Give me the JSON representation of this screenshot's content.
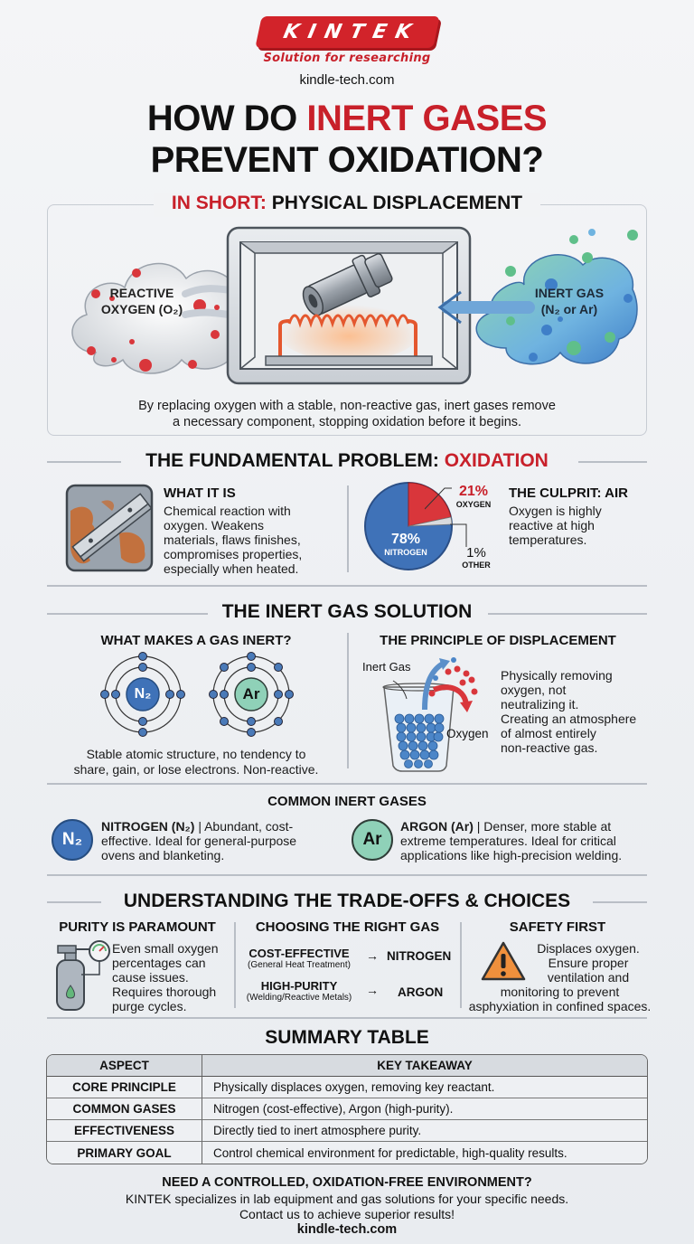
{
  "header": {
    "logo_text": "KINTEK",
    "logo_tagline": "Solution for researching",
    "site": "kindle-tech.com",
    "title_part1": "HOW DO ",
    "title_highlight": "INERT GASES",
    "title_part2": "PREVENT OXIDATION?"
  },
  "colors": {
    "brand_red": "#c8202a",
    "nitrogen_blue": "#3f72b8",
    "argon_green": "#8fd1b8",
    "oxygen_red": "#d9363b",
    "warning_orange": "#f0903c"
  },
  "in_short": {
    "title_highlight": "IN SHORT:",
    "title_rest": " PHYSICAL DISPLACEMENT",
    "left_cloud_line1": "REACTIVE",
    "left_cloud_line2": "OXYGEN (O₂)",
    "right_cloud_line1": "INERT GAS",
    "right_cloud_line2": "(N₂ or Ar)",
    "caption_line1": "By replacing oxygen with a stable, non-reactive gas, inert gases remove",
    "caption_line2": "a necessary component, stopping oxidation before it begins."
  },
  "problem": {
    "title_part1": "THE FUNDAMENTAL PROBLEM: ",
    "title_highlight": "OXIDATION",
    "what_title": "WHAT IT IS",
    "what_lines": [
      "Chemical reaction with",
      "oxygen. Weakens",
      "materials, flaws finishes,",
      "compromises properties,",
      "especially when heated."
    ],
    "culprit_title": "THE CULPRIT: AIR",
    "culprit_lines": [
      "Oxygen is highly",
      "reactive at high",
      "temperatures."
    ]
  },
  "chart_data": {
    "type": "pie",
    "title": "Composition of Air",
    "categories": [
      "Nitrogen",
      "Oxygen",
      "Other"
    ],
    "values": [
      78,
      21,
      1
    ],
    "labels": [
      "78% NITROGEN",
      "21% OXYGEN",
      "1% OTHER"
    ],
    "colors": [
      "#3f72b8",
      "#d9363b",
      "#d8dadd"
    ]
  },
  "pie_labels": {
    "nitrogen_pct": "78%",
    "nitrogen_name": "NITROGEN",
    "oxygen_pct": "21%",
    "oxygen_name": "OXYGEN",
    "other_pct": "1%",
    "other_name": "OTHER"
  },
  "solution": {
    "title": "THE INERT GAS SOLUTION",
    "inert_title": "WHAT MAKES A GAS INERT?",
    "atom1": "N₂",
    "atom2": "Ar",
    "inert_caption_line1": "Stable atomic structure, no tendency to",
    "inert_caption_line2": "share, gain, or lose electrons. Non-reactive.",
    "displacement_title": "THE PRINCIPLE OF DISPLACEMENT",
    "label_inert_gas": "Inert Gas",
    "label_oxygen": "Oxygen",
    "displacement_lines": [
      "Physically removing",
      "oxygen, not",
      "neutralizing it.",
      "Creating an atmosphere",
      "of almost entirely",
      "non-reactive gas."
    ]
  },
  "common": {
    "title": "COMMON INERT GASES",
    "nitrogen_icon": "N₂",
    "nitrogen_bold": "NITROGEN (N₂)",
    "nitrogen_lines": [
      " | Abundant, cost-",
      "effective. Ideal for general-purpose",
      "ovens and blanketing."
    ],
    "argon_icon": "Ar",
    "argon_bold": "ARGON (Ar)",
    "argon_lines": [
      " | Denser, more stable at",
      "extreme temperatures. Ideal for critical",
      "applications like high-precision welding."
    ]
  },
  "tradeoffs": {
    "title": "UNDERSTANDING THE TRADE-OFFS & CHOICES",
    "purity_title": "PURITY IS PARAMOUNT",
    "purity_lines": [
      "Even small oxygen",
      "percentages can",
      "cause issues.",
      "Requires thorough",
      "purge cycles."
    ],
    "choose_title": "CHOOSING THE RIGHT GAS",
    "choice1_label": "COST-EFFECTIVE",
    "choice1_sub": "(General Heat Treatment)",
    "choice1_arrow": "→",
    "choice1_gas": "NITROGEN",
    "choice2_label": "HIGH-PURITY",
    "choice2_sub": "(Welding/Reactive Metals)",
    "choice2_arrow": "→",
    "choice2_gas": "ARGON",
    "safety_title": "SAFETY FIRST",
    "safety_lines": [
      "Displaces oxygen.",
      "Ensure proper",
      "ventilation and",
      "monitoring to prevent",
      "asphyxiation in confined spaces."
    ]
  },
  "summary": {
    "title": "SUMMARY TABLE",
    "headers": [
      "ASPECT",
      "KEY TAKEAWAY"
    ],
    "rows": [
      [
        "CORE PRINCIPLE",
        "Physically displaces oxygen, removing key reactant."
      ],
      [
        "COMMON GASES",
        "Nitrogen (cost-effective), Argon (high-purity)."
      ],
      [
        "EFFECTIVENESS",
        "Directly tied to inert atmosphere purity."
      ],
      [
        "PRIMARY GOAL",
        "Control chemical environment for predictable, high-quality results."
      ]
    ]
  },
  "footer": {
    "headline": "NEED A CONTROLLED, OXIDATION-FREE ENVIRONMENT?",
    "line1": "KINTEK specializes in lab equipment and gas solutions for your specific needs.",
    "line2": "Contact us to achieve superior results!",
    "site": "kindle-tech.com"
  }
}
